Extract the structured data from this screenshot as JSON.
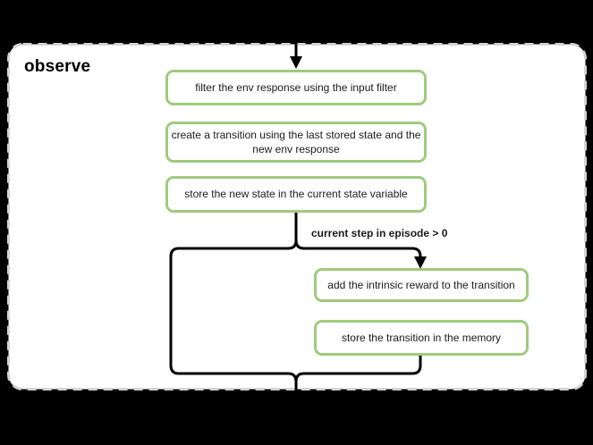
{
  "canvas": {
    "background": "#000000"
  },
  "panel": {
    "title": "observe",
    "background": "#ffffff",
    "border_color": "#d4d4d4"
  },
  "style": {
    "node_border_color": "#9fcb7d",
    "connector_color": "#000000",
    "text_color": "#1a1a1a"
  },
  "flowchart": {
    "main_steps": [
      "filter the env response using the input filter",
      "create a transition using the last stored state and the new env response",
      "store the new state in the current state variable"
    ],
    "condition_label": "current step in episode > 0",
    "conditional_steps": [
      "add the intrinsic reward to the transition",
      "store the transition in the memory"
    ]
  }
}
